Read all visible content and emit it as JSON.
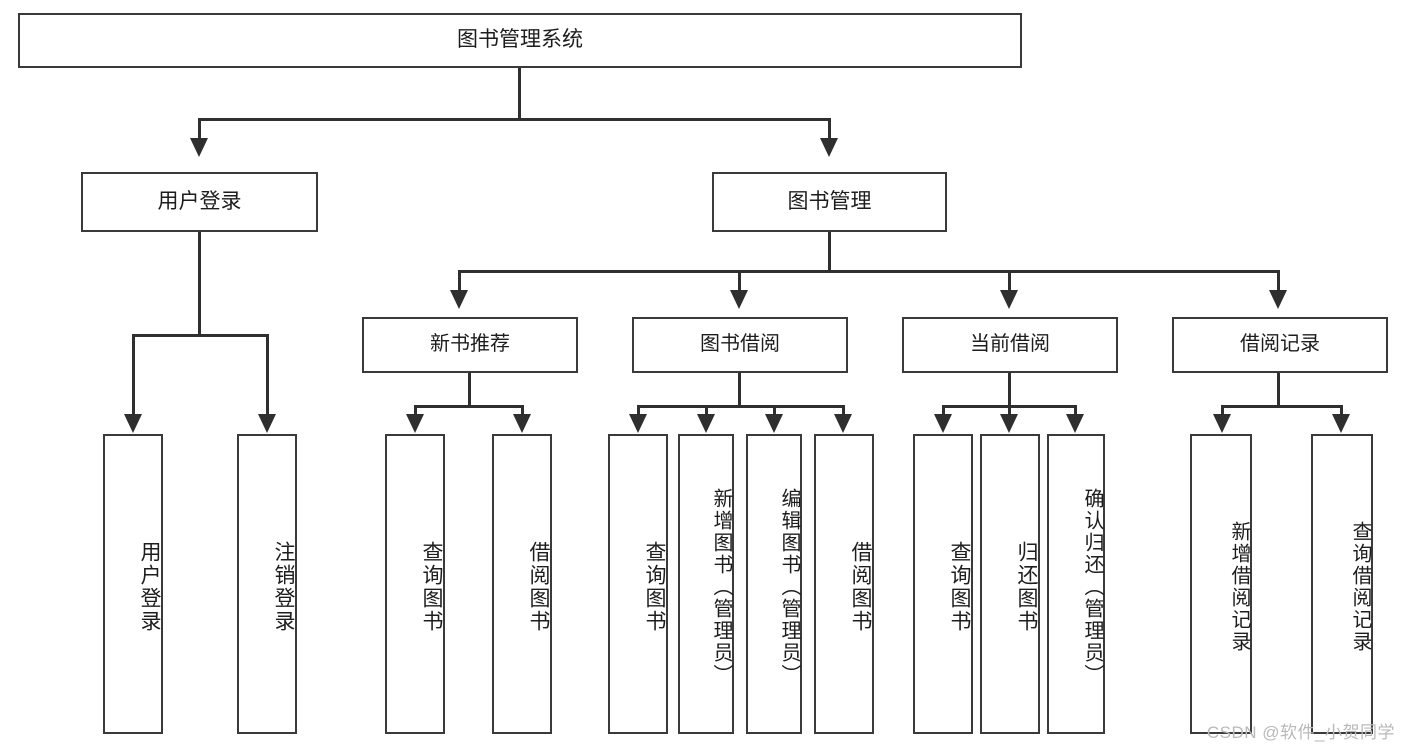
{
  "diagram": {
    "title": "图书管理系统",
    "type": "tree-hierarchy-diagram",
    "root": {
      "label": "图书管理系统"
    },
    "level2": [
      {
        "label": "用户登录"
      },
      {
        "label": "图书管理"
      }
    ],
    "level3": [
      {
        "label": "新书推荐"
      },
      {
        "label": "图书借阅"
      },
      {
        "label": "当前借阅"
      },
      {
        "label": "借阅记录"
      }
    ],
    "leaves": {
      "user_login": [
        {
          "label": "用户登录"
        },
        {
          "label": "注销登录"
        }
      ],
      "new_book_recommend": [
        {
          "label": "查询图书"
        },
        {
          "label": "借阅图书"
        }
      ],
      "book_borrow": [
        {
          "label": "查询图书"
        },
        {
          "label": "新增图书（管理员）"
        },
        {
          "label": "编辑图书（管理员）"
        },
        {
          "label": "借阅图书"
        }
      ],
      "current_borrow": [
        {
          "label": "查询图书"
        },
        {
          "label": "归还图书"
        },
        {
          "label": "确认归还（管理员）"
        }
      ],
      "borrow_record": [
        {
          "label": "新增借阅记录"
        },
        {
          "label": "查询借阅记录"
        }
      ]
    }
  },
  "watermark": {
    "text": "CSDN @软件_小贺同学"
  },
  "colors": {
    "box_border": "#3a3a3a",
    "connector": "#2f2f2f",
    "text": "#1d1d1d",
    "background": "#ffffff",
    "watermark": "#b9b9b9"
  }
}
